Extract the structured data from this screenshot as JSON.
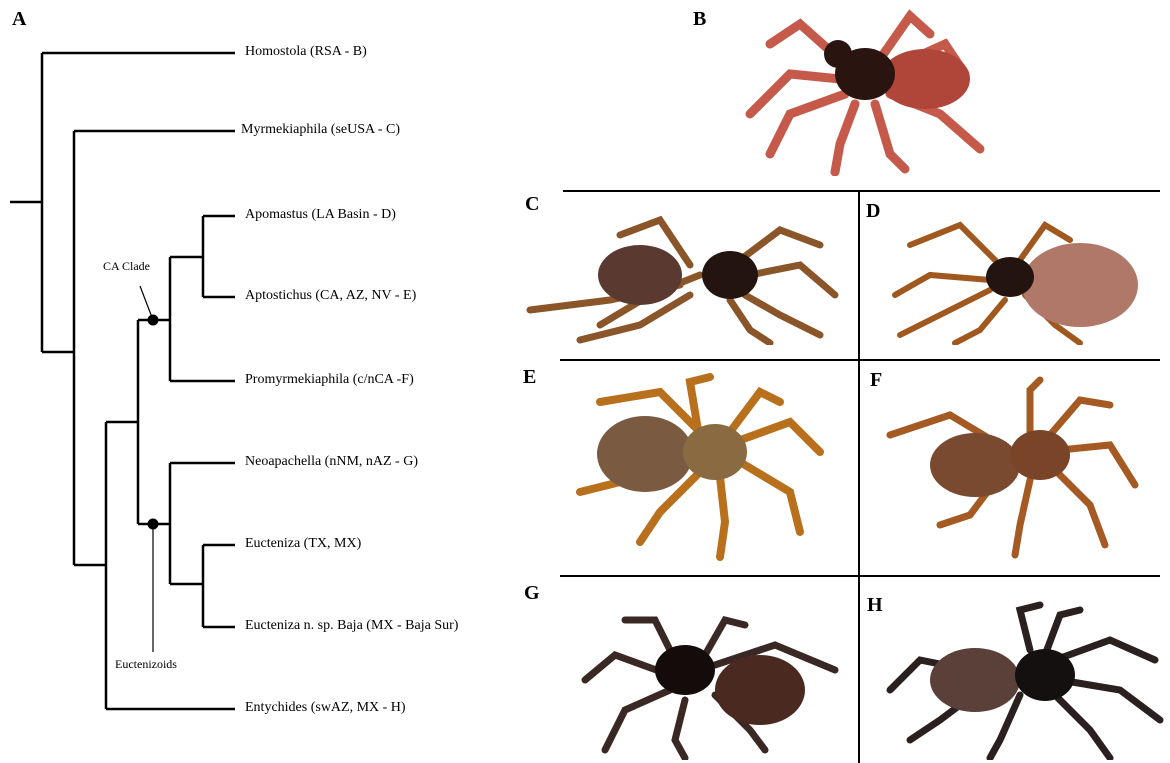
{
  "panel_letters": {
    "A": "A",
    "B": "B",
    "C": "C",
    "D": "D",
    "E": "E",
    "F": "F",
    "G": "G",
    "H": "H"
  },
  "tree": {
    "taxa": [
      "Homostola (RSA - B)",
      "Myrmekiaphila (seUSA - C)",
      "Apomastus (LA Basin - D)",
      "Aptostichus (CA, AZ, NV - E)",
      "Promyrmekiaphila (c/nCA -F)",
      "Neoapachella (nNM, nAZ - G)",
      "Eucteniza (TX, MX)",
      "Eucteniza n. sp. Baja (MX - Baja Sur)",
      "Entychides (swAZ, MX - H)"
    ],
    "clade_labels": {
      "ca_clade": "CA Clade",
      "euctenizoids": "Euctenizoids"
    }
  },
  "photos": {
    "B": {
      "body": "#b0463a",
      "legs": "#c65a4a",
      "carapace": "#2a1410"
    },
    "C": {
      "body": "#5a3a30",
      "legs": "#8a5528",
      "carapace": "#241410"
    },
    "D": {
      "body": "#b07868",
      "legs": "#a0581e",
      "carapace": "#241410"
    },
    "E": {
      "body": "#7a5a40",
      "legs": "#b8701c",
      "carapace": "#8a6a40"
    },
    "F": {
      "body": "#7a4a30",
      "legs": "#a45a22",
      "carapace": "#7a4428"
    },
    "G": {
      "body": "#4a2a20",
      "legs": "#3a2824",
      "carapace": "#140c0a"
    },
    "H": {
      "body": "#5a4038",
      "legs": "#2a2020",
      "carapace": "#141010"
    }
  }
}
